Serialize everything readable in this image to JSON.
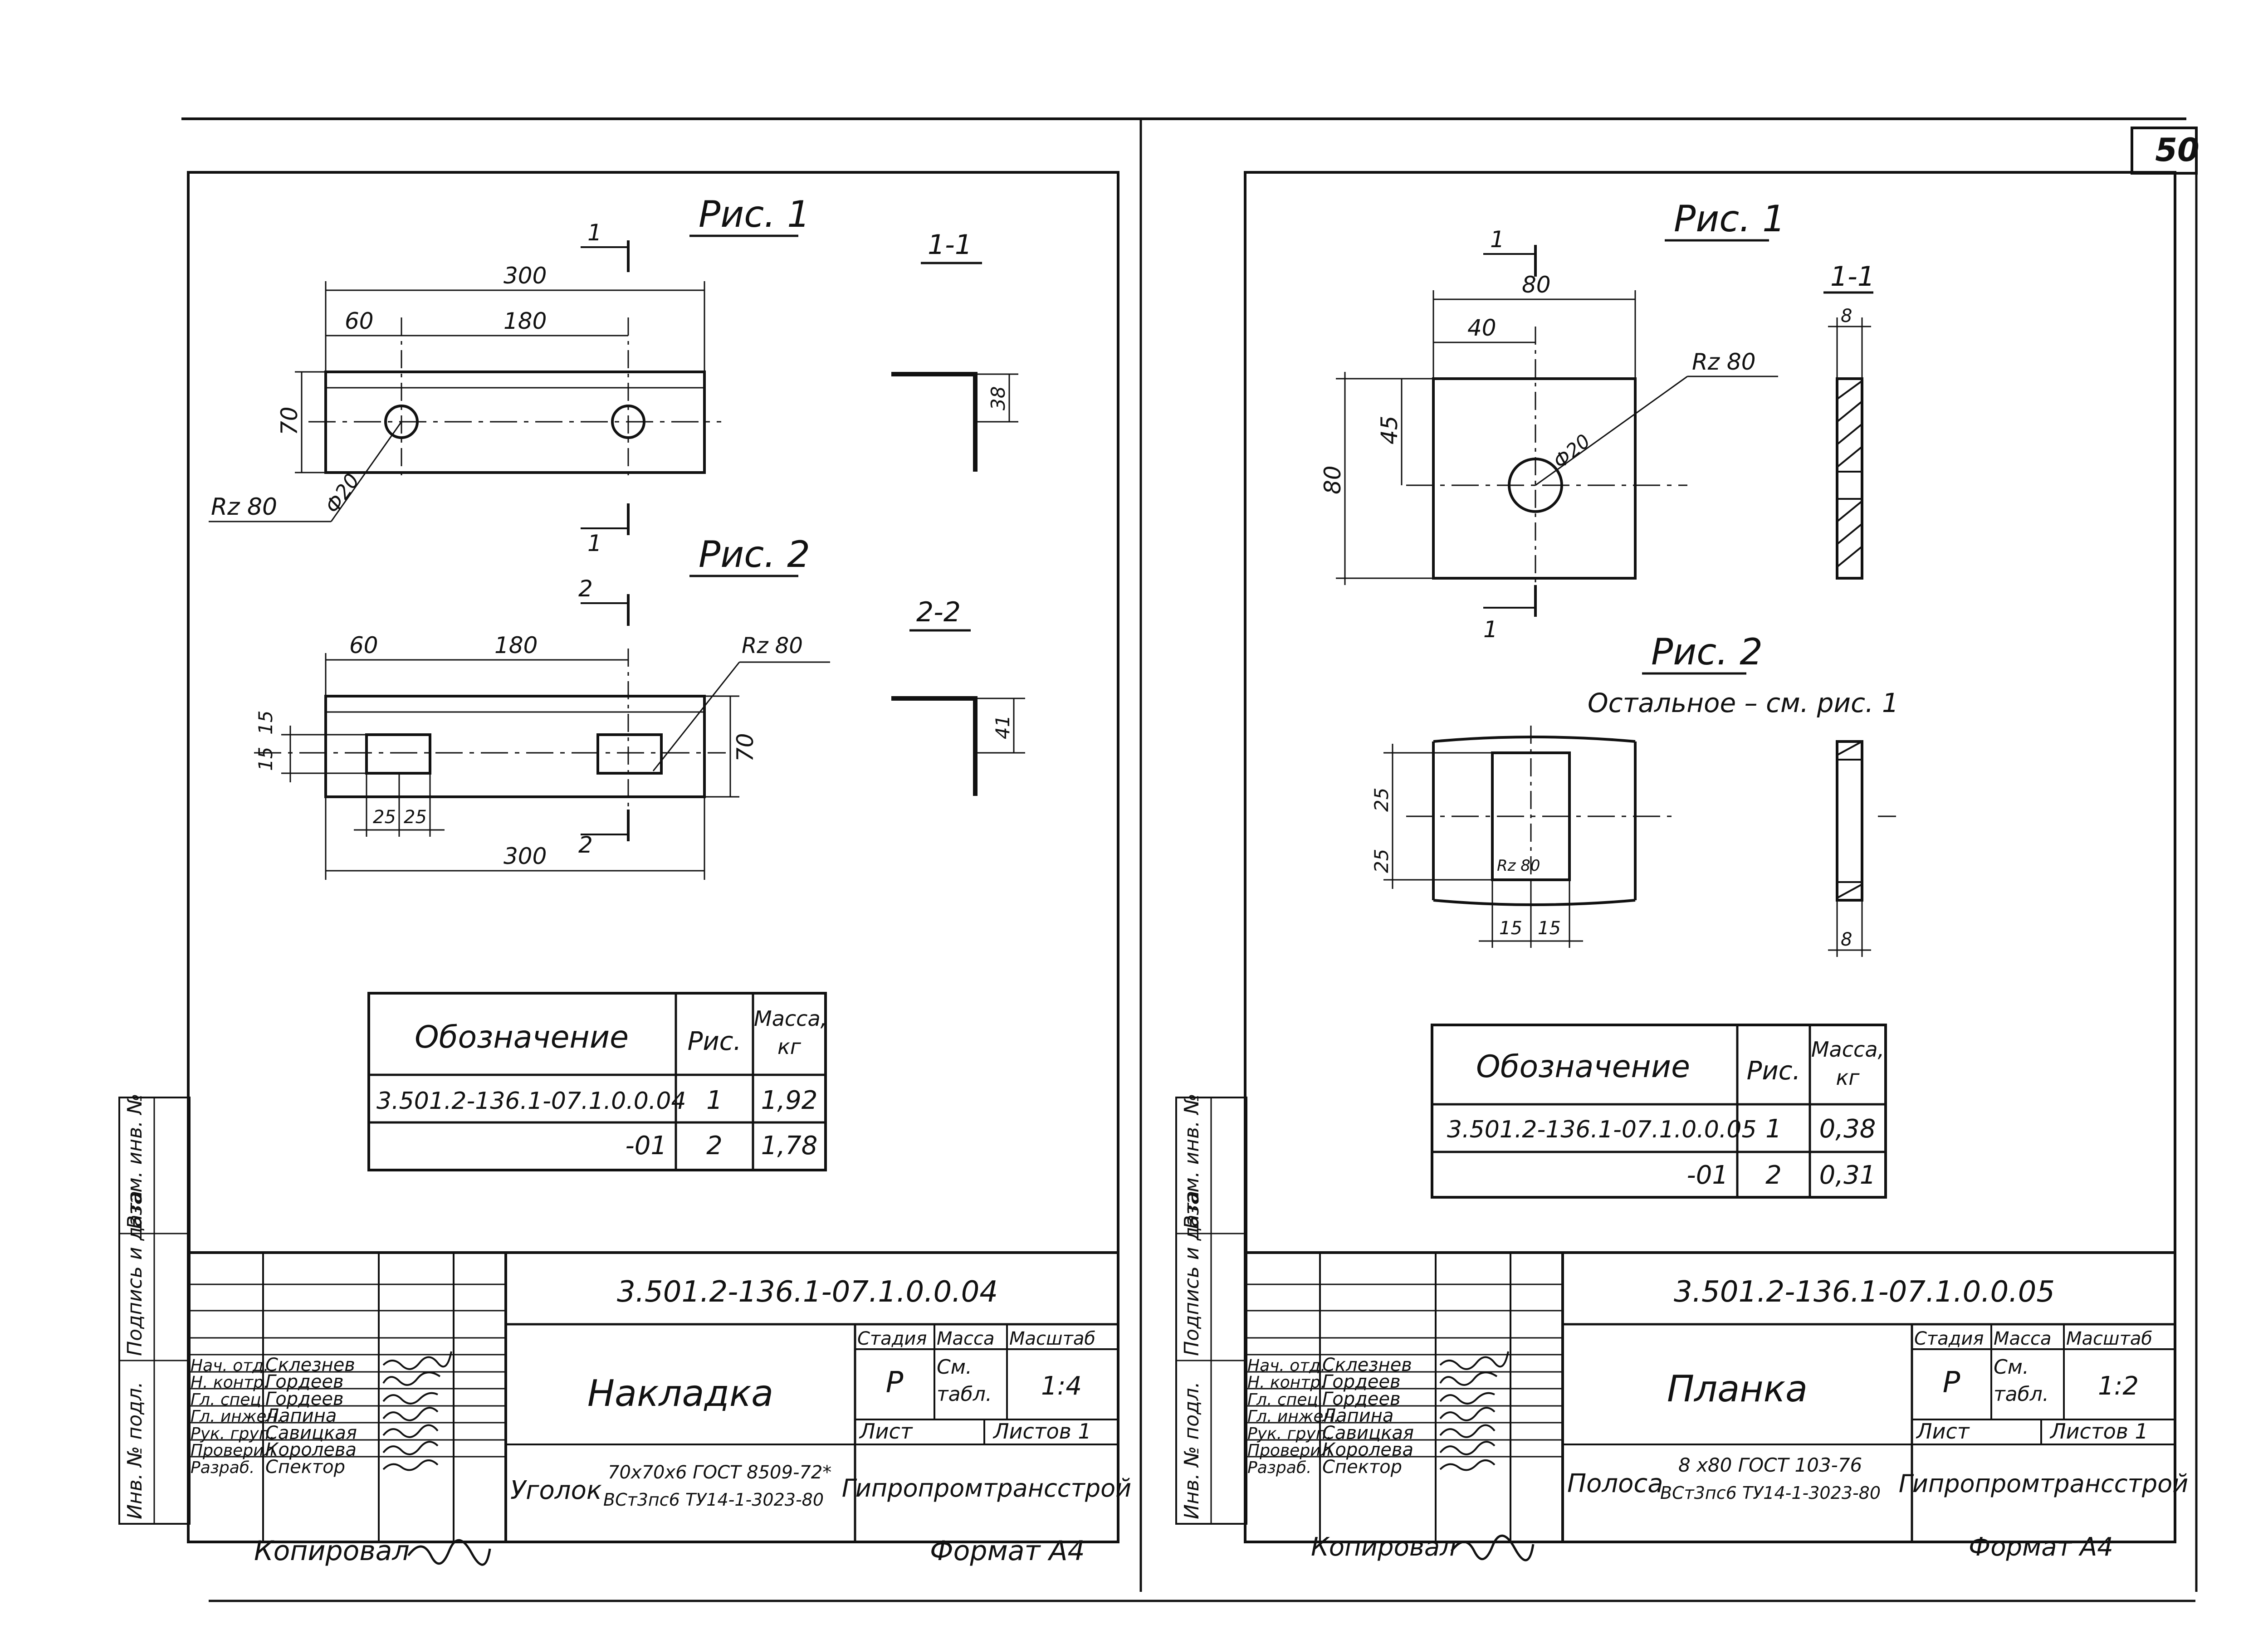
{
  "page_number": "50",
  "left": {
    "fig1_title": "Рис. 1",
    "fig2_title": "Рис. 2",
    "sec1": "1-1",
    "sec2": "2-2",
    "cut1": "1",
    "cut2": "2",
    "dims1": {
      "total": "300",
      "a": "60",
      "b": "180",
      "h": "70",
      "rz": "Rz 80",
      "dia": "Ф20",
      "flange": "38"
    },
    "dims2": {
      "a": "60",
      "b": "180",
      "total": "300",
      "h": "70",
      "rz": "Rz 80",
      "s1": "15",
      "s2": "15",
      "w1": "25",
      "w2": "25",
      "flange": "41"
    },
    "table": {
      "headers": [
        "Обозначение",
        "Рис.",
        "Масса, кг"
      ],
      "rows": [
        [
          "3.501.2-136.1-07.1.0.0.04",
          "1",
          "1,92"
        ],
        [
          "-01",
          "2",
          "1,78"
        ]
      ]
    },
    "title_block": {
      "doc_code": "3.501.2-136.1-07.1.0.0.04",
      "name": "Накладка",
      "material_kind": "Уголок",
      "material_line1": "70х70х6 ГОСТ 8509-72*",
      "material_line2": "ВСт3пс6 ТУ14-1-3023-80",
      "stage_h": "Стадия",
      "mass_h": "Масса",
      "scale_h": "Масштаб",
      "stage": "Р",
      "mass": "См. табл.",
      "scale": "1:4",
      "sheet": "Лист",
      "sheets": "Листов 1",
      "org": "Гипропромтрансстрой",
      "roles": [
        "Нач. отд.",
        "Н. контр.",
        "Гл. спец.",
        "Гл. инжен.",
        "Рук. груп.",
        "Проверил",
        "Разраб."
      ],
      "names": [
        "Склезнев",
        "Гордеев",
        "Гордеев",
        "Лапина",
        "Савицкая",
        "Королева",
        "Спектор"
      ]
    },
    "copied": "Копировал",
    "format": "Формат А4"
  },
  "right": {
    "fig1_title": "Рис. 1",
    "fig2_title": "Рис. 2",
    "fig2_note": "Остальное – см. рис. 1",
    "sec1": "1-1",
    "cut1": "1",
    "dims1": {
      "w": "80",
      "half": "40",
      "h": "80",
      "c": "45",
      "rz": "Rz 80",
      "dia": "Ф20",
      "t": "8"
    },
    "dims2": {
      "a": "25",
      "b": "25",
      "s1": "15",
      "s2": "15",
      "t": "8",
      "rz": "Rz 80"
    },
    "table": {
      "headers": [
        "Обозначение",
        "Рис.",
        "Масса, кг"
      ],
      "rows": [
        [
          "3.501.2-136.1-07.1.0.0.05",
          "1",
          "0,38"
        ],
        [
          "-01",
          "2",
          "0,31"
        ]
      ]
    },
    "title_block": {
      "doc_code": "3.501.2-136.1-07.1.0.0.05",
      "name": "Планка",
      "material_kind": "Полоса",
      "material_line1": "8 х80 ГОСТ 103-76",
      "material_line2": "ВСт3пс6 ТУ14-1-3023-80",
      "stage_h": "Стадия",
      "mass_h": "Масса",
      "scale_h": "Масштаб",
      "stage": "Р",
      "mass": "См. табл.",
      "scale": "1:2",
      "sheet": "Лист",
      "sheets": "Листов 1",
      "org": "Гипропромтрансстрой",
      "roles": [
        "Нач. отд.",
        "Н. контр.",
        "Гл. спец.",
        "Гл. инжен.",
        "Рук. груп.",
        "Проверил",
        "Разраб."
      ],
      "names": [
        "Склезнев",
        "Гордеев",
        "Гордеев",
        "Лапина",
        "Савицкая",
        "Королева",
        "Спектор"
      ]
    },
    "copied": "Копировал",
    "format": "Формат А4"
  },
  "side_labels": [
    "Инв. № подл.",
    "Подпись и дата",
    "Взам. инв. №"
  ]
}
